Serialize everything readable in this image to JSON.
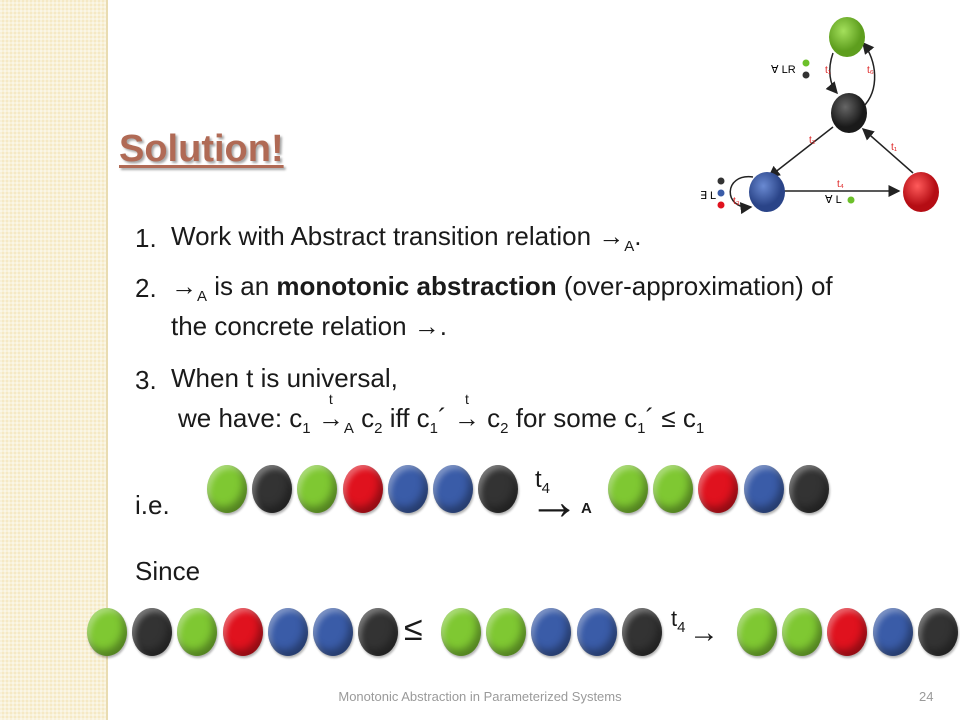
{
  "slide": {
    "title": "Solution!",
    "items": [
      {
        "num": "1.",
        "pre": "Work with Abstract transition relation ",
        "arrow": "→",
        "sub": "A",
        "post": "."
      },
      {
        "num": "2.",
        "arrow": "→",
        "sub": "A",
        "mid1": " is an ",
        "bold": "monotonic abstraction",
        "mid2": " (over-approximation) of",
        "line2": "the concrete relation →."
      },
      {
        "num": "3.",
        "line1": "When t is universal,",
        "we_have": "we have: c",
        "sub1": "1",
        "t": "t",
        "arrow": "→",
        "subA": "A",
        "c2": " c",
        "sub2": "2",
        "iff": " iff c",
        "prime": "´",
        "some": " for some c",
        "leq": "´ ≤ c"
      }
    ],
    "ie_label": "i.e.",
    "since_label": "Since",
    "t4_base": "t",
    "t4_sub": "4",
    "A_label": "A",
    "leq_symbol": "≤",
    "arrow": "→"
  },
  "row_ie_left": [
    "green",
    "black",
    "green",
    "red",
    "blue",
    "blue",
    "black"
  ],
  "row_ie_right": [
    "green",
    "green",
    "red",
    "blue",
    "black"
  ],
  "row_since_left": [
    "green",
    "black",
    "green",
    "red",
    "blue",
    "blue",
    "black"
  ],
  "row_since_mid": [
    "green",
    "green",
    "blue",
    "blue",
    "black"
  ],
  "row_since_right": [
    "green",
    "green",
    "red",
    "blue",
    "black"
  ],
  "diagram": {
    "forall_LR": "∀ LR",
    "forall_L": "∀ L",
    "exists_L": "∃ L",
    "t1": "t₁",
    "t2": "t₂",
    "t3": "t₃",
    "t4": "t₄",
    "t6": "t₆"
  },
  "footer": {
    "text": "Monotonic Abstraction in Parameterized Systems",
    "page": "24"
  }
}
